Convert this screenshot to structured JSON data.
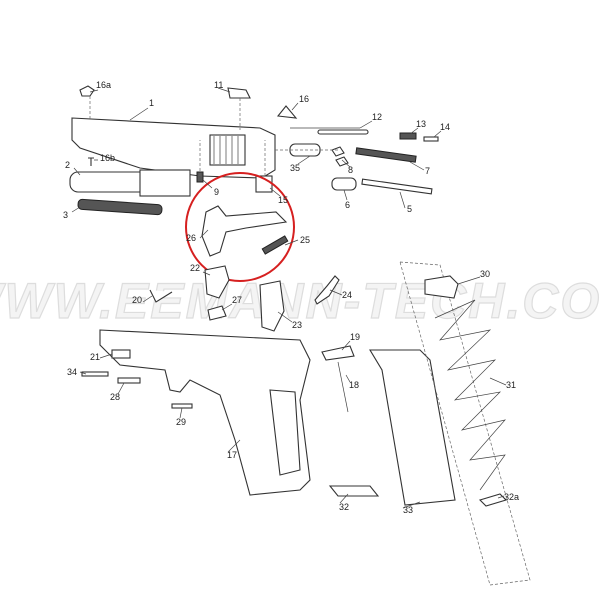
{
  "watermark": "WWW.EEMANN-TECH.COM",
  "highlight_color": "#d62020",
  "labels": [
    "16a",
    "1",
    "11",
    "16",
    "12",
    "13",
    "14",
    "2",
    "16b",
    "9",
    "15",
    "35",
    "8",
    "7",
    "6",
    "5",
    "3",
    "26",
    "25",
    "22",
    "30",
    "24",
    "20",
    "27",
    "23",
    "19",
    "21",
    "34",
    "28",
    "18",
    "31",
    "29",
    "17",
    "32",
    "33",
    "32a"
  ]
}
